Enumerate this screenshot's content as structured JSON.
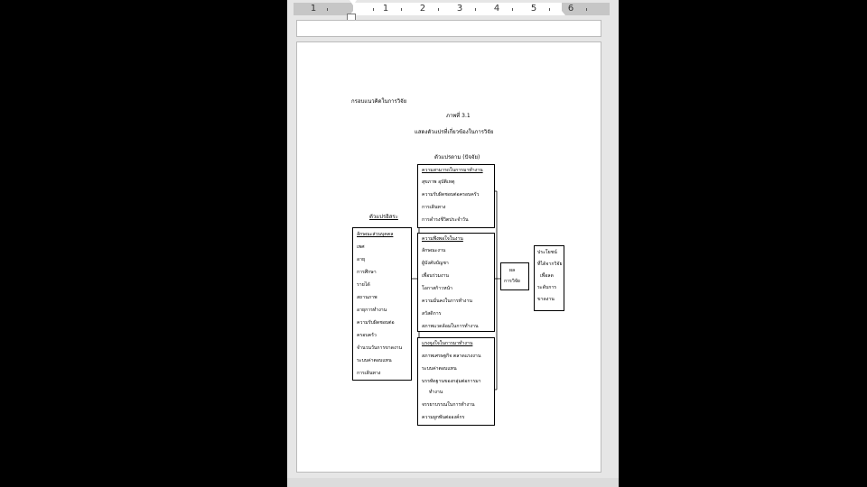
{
  "ruler": {
    "numbers": [
      "1",
      "1",
      "2",
      "3",
      "4",
      "5",
      "6"
    ]
  },
  "document": {
    "title": "กรอบแนวคิดในการวิจัย",
    "figure_no": "ภาพที่ 3.1",
    "caption": "แสดงตัวแปรที่เกี่ยวข้องในการวิจัย",
    "label_dependent": "ตัวแปรตาม (ปัจจัย)",
    "label_independent": "ตัวแปรอิสระ"
  },
  "diagram": {
    "personal": {
      "header": "ลักษณะส่วนบุคคล",
      "items": [
        "เพศ",
        "อายุ",
        "การศึกษา",
        "รายได้",
        "สถานภาพ",
        "อายุการทำงาน",
        "ความรับผิดชอบต่อ",
        "ครอบครัว",
        "จำนวนวันการขาดงาน",
        "ระบบค่าตอบแทน",
        "การเดินทาง"
      ]
    },
    "box1": {
      "header": "ความสามารถในการมาทำงาน",
      "items": [
        "สุขภาพ อุบัติเหตุ",
        "ความรับผิดชอบต่อครอบครัว",
        "การเดินทาง",
        "การดำรงชีวิตประจำวัน"
      ]
    },
    "box2": {
      "header": "ความพึงพอใจในงาน",
      "items": [
        "ลักษณะงาน",
        "ผู้บังคับบัญชา",
        "เพื่อนร่วมงาน",
        "โอกาสก้าวหน้า",
        "ความมั่นคงในการทำงาน",
        "สวัสดิการ",
        "สภาพแวดล้อมในการทำงาน"
      ]
    },
    "box3": {
      "header": "แรงจูงใจในการมาทำงาน",
      "items": [
        "สภาพเศรษฐกิจ ตลาดแรงงาน",
        "ระบบค่าตอบแทน",
        "บรรทัดฐานของกลุ่มต่อการมา",
        "ทำงาน",
        "จรรยาบรรณในการทำงาน",
        "ความผูกพันต่อองค์กร"
      ]
    },
    "middle": {
      "lines": [
        "ผล",
        "การวิจัย"
      ]
    },
    "right": {
      "lines": [
        "ประโยชน์",
        "ที่ได้จากวิจัย",
        "เพื่อลด",
        "ระดับการ",
        "ขาดงาน"
      ]
    }
  }
}
